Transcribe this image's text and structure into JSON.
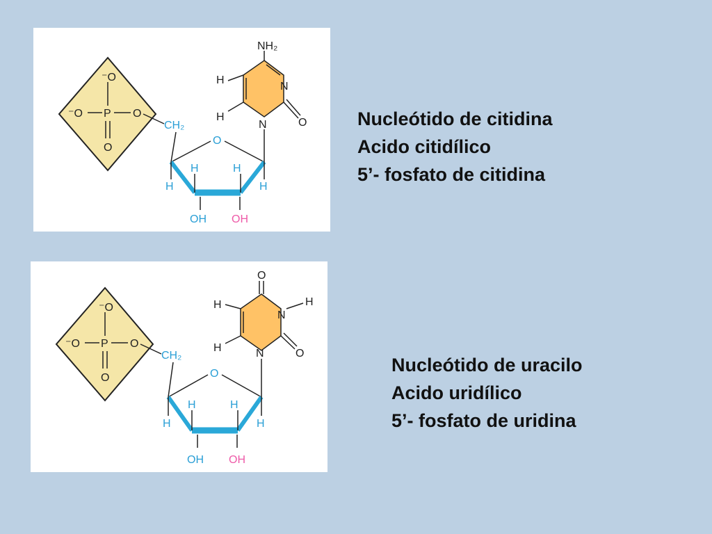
{
  "colors": {
    "background": "#bcd0e3",
    "phosphate_fill": "#f5e6a8",
    "base_fill": "#ffc266",
    "sugar_bold": "#2aa8d8",
    "label_blue": "#2a9fd6",
    "label_pink": "#ee5aa8"
  },
  "molecules": [
    {
      "phosphate": {
        "o_top": "⁻O",
        "o_left": "⁻O",
        "p": "P",
        "o_right": "O",
        "o_bottom": "O"
      },
      "ch2": "CH₂",
      "ring_o": "O",
      "sugar": {
        "h_c4": "H",
        "h_c3_up": "H",
        "h_c2_up": "H",
        "h_c1": "H",
        "oh_c3": "OH",
        "oh_c2": "OH"
      },
      "base": {
        "top_group": "NH₂",
        "n3": "N",
        "n1": "N",
        "o_c2": "O",
        "h_c5": "H",
        "h_c6": "H"
      }
    },
    {
      "phosphate": {
        "o_top": "⁻O",
        "o_left": "⁻O",
        "p": "P",
        "o_right": "O",
        "o_bottom": "O"
      },
      "ch2": "CH₂",
      "ring_o": "O",
      "sugar": {
        "h_c4": "H",
        "h_c3_up": "H",
        "h_c2_up": "H",
        "h_c1": "H",
        "oh_c3": "OH",
        "oh_c2": "OH"
      },
      "base": {
        "top_group": "O",
        "n3": "N",
        "h_n3": "H",
        "n1": "N",
        "o_c2": "O",
        "h_c5": "H",
        "h_c6": "H"
      }
    }
  ],
  "descriptions": [
    {
      "line1": "Nucleótido de citidina",
      "line2": "Acido citidílico",
      "line3": "5’- fosfato de citidina"
    },
    {
      "line1": "Nucleótido de uracilo",
      "line2": "Acido uridílico",
      "line3": "5’- fosfato de uridina"
    }
  ]
}
